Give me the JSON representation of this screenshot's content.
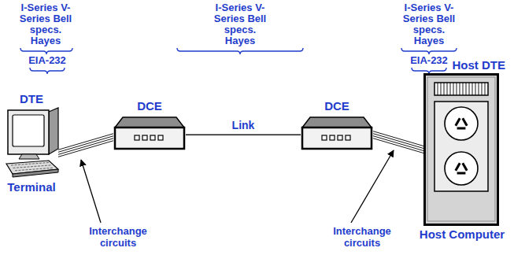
{
  "diagram": {
    "nodes": [
      {
        "text": [
          "DTE",
          "Terminal"
        ]
      },
      {
        "text": [
          "DCE"
        ]
      },
      {
        "text": [
          "DCE"
        ]
      },
      {
        "text": [
          "Host DTE",
          "Host Computer"
        ]
      }
    ],
    "edges": [
      {
        "from": 0,
        "to": 1,
        "arrow": "none"
      },
      {
        "from": 1,
        "to": 2,
        "label": "Link",
        "arrow": "none"
      },
      {
        "from": 2,
        "to": 3,
        "arrow": "none"
      }
    ],
    "labels": [
      "I-Series V-Series Bell specs. Hayes",
      "I-Series V-Series Bell specs. Hayes",
      "I-Series V-Series Bell specs. Hayes",
      "EIA-232",
      "EIA-232",
      "Interchange circuits",
      "Interchange circuits"
    ]
  }
}
